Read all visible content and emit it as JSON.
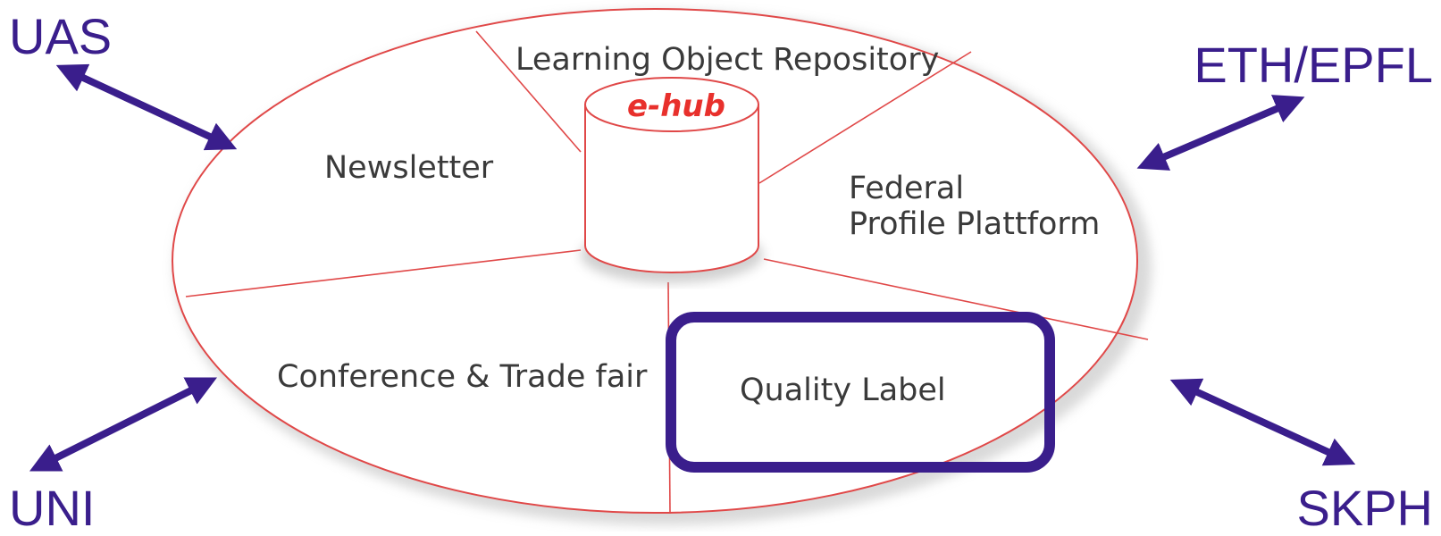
{
  "colors": {
    "ellipse_stroke": "#e04848",
    "arrow": "#3a1e8c",
    "highlight_box": "#3a1e8c",
    "hub_text": "#e8302c",
    "segment_text": "#3a3a3a"
  },
  "diagram": {
    "hub": {
      "label": "e-hub",
      "icon": "database-cylinder-icon"
    },
    "segments": {
      "learning_object_repository": "Learning Object Repository",
      "newsletter": "Newsletter",
      "federal_profile_line1": "Federal",
      "federal_profile_line2": "Profile Plattform",
      "conference_trade_fair": "Conference & Trade fair",
      "quality_label": "Quality Label"
    },
    "partners": {
      "top_left": "UAS",
      "top_right": "ETH/EPFL",
      "bottom_left": "UNI",
      "bottom_right": "SKPH"
    },
    "highlighted_segment": "Quality Label"
  }
}
